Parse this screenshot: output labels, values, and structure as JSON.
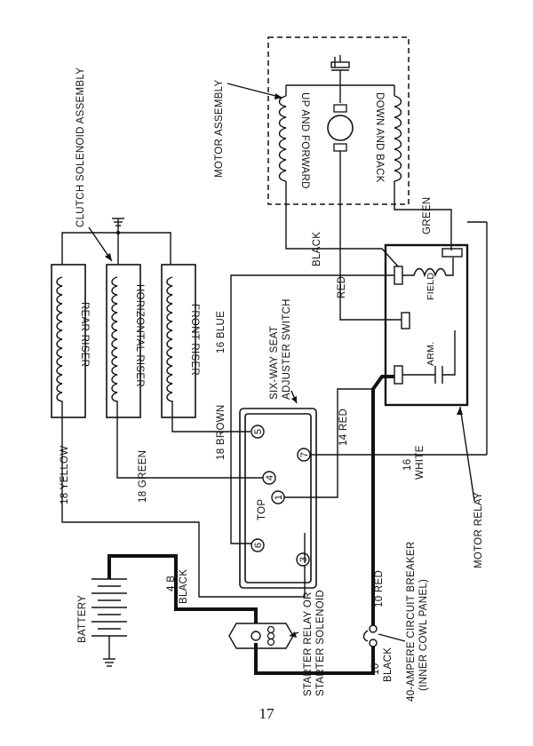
{
  "diagram": {
    "labels": {
      "clutch_solenoid_assembly": "CLUTCH SOLENOID ASSEMBLY",
      "motor_assembly": "MOTOR ASSEMBLY",
      "up_and_forward": "UP AND FORWARD",
      "down_and_back": "DOWN AND BACK",
      "green": "GREEN",
      "black": "BLACK",
      "red": "RED",
      "field": "FIELD",
      "arm": "ARM.",
      "rear_riser": "REAR RISER",
      "horizontal_riser": "HORIZONTAL RISER",
      "front_riser": "FRONT RISER",
      "blue_16": "16 BLUE",
      "six_way_line1": "SIX-WAY SEAT",
      "six_way_line2": "ADJUSTER SWITCH",
      "brown_18": "18 BROWN",
      "red_14": "14 RED",
      "yellow_18": "18 YELLOW",
      "green_18": "18 GREEN",
      "white_16_num": "16",
      "white_16_color": "WHITE",
      "top": "TOP",
      "motor_relay": "MOTOR RELAY",
      "battery": "BATTERY",
      "black_4b_num": "4 B",
      "black_4b_color": "BLACK",
      "starter_line1": "STARTER RELAY OR",
      "starter_line2": "STARTER SOLENOID",
      "red_10": "10 RED",
      "breaker_line1": "40-AMPERE CIRCUIT BREAKER",
      "breaker_line2": "(INNER COWL PANEL)",
      "black_10_num": "10",
      "black_10_color": "BLACK"
    },
    "terminals": [
      "5",
      "4",
      "7",
      "1",
      "6",
      "3"
    ]
  },
  "page": {
    "number": "17"
  }
}
